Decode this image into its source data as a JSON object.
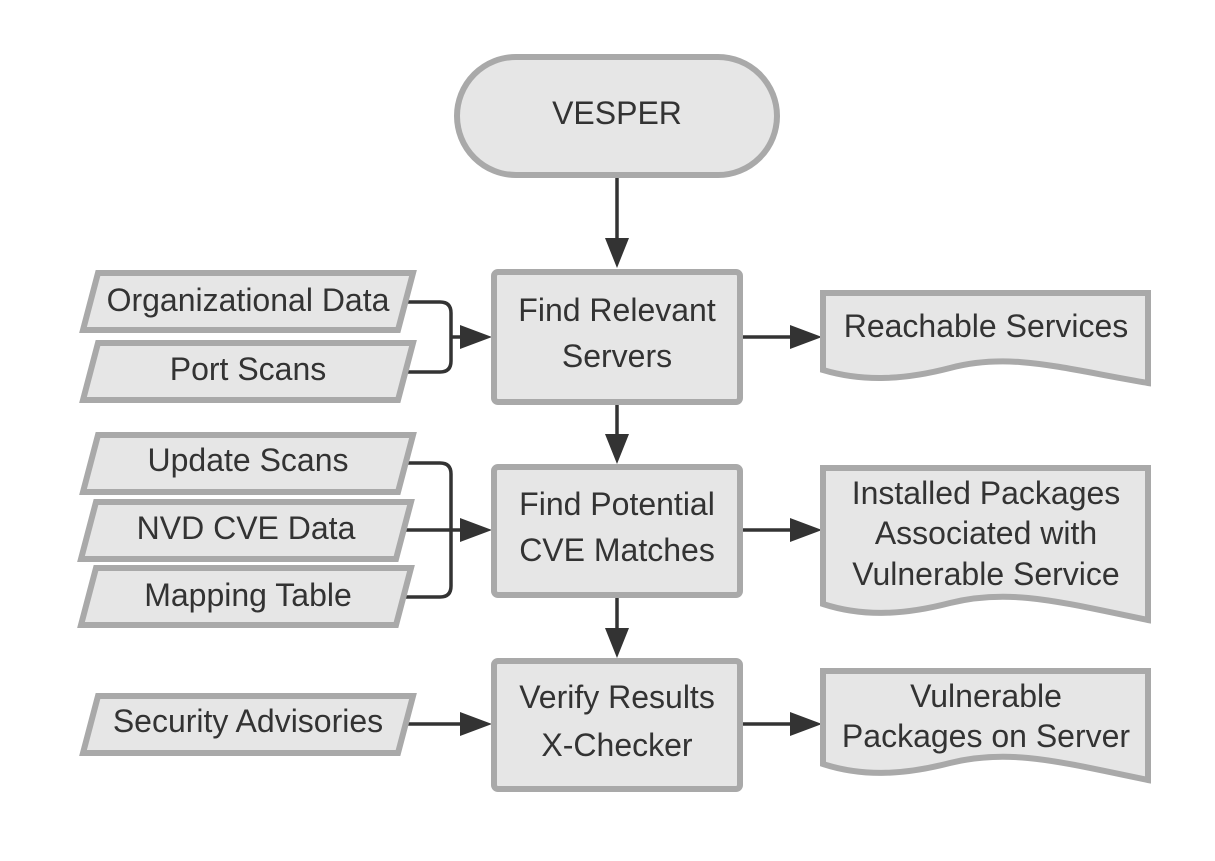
{
  "start": {
    "label": "VESPER"
  },
  "processes": {
    "find_servers": [
      "Find Relevant",
      "Servers"
    ],
    "find_cve": [
      "Find Potential",
      "CVE Matches"
    ],
    "verify": [
      "Verify Results",
      "X-Checker"
    ]
  },
  "inputs": {
    "organizational_data": "Organizational Data",
    "port_scans": "Port Scans",
    "update_scans": "Update Scans",
    "nvd_cve_data": "NVD CVE Data",
    "mapping_table": "Mapping Table",
    "security_advisories": "Security Advisories"
  },
  "outputs": {
    "reachable_services": [
      "Reachable Services"
    ],
    "installed_packages": [
      "Installed Packages",
      "Associated with",
      "Vulnerable Service"
    ],
    "vulnerable_packages": [
      "Vulnerable",
      "Packages on Server"
    ]
  },
  "colors": {
    "shape_fill": "#e6e6e6",
    "shape_stroke": "#a9a9a9",
    "connector": "#333333",
    "text": "#333333"
  }
}
